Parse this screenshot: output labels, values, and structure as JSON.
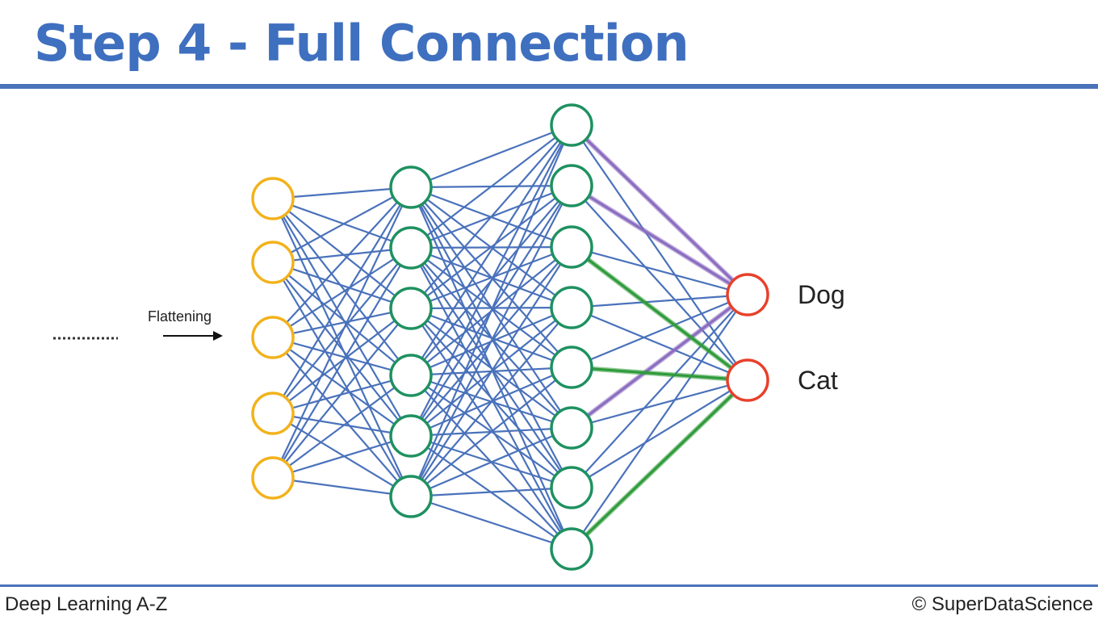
{
  "slide": {
    "title": "Step 4 - Full Connection",
    "footer_left": "Deep Learning A-Z",
    "footer_right": "© SuperDataScience"
  },
  "diagram": {
    "flatten_label": "Flattening",
    "layers": [
      {
        "name": "input",
        "count": 5,
        "color": "#f2b21b"
      },
      {
        "name": "hidden-1",
        "count": 6,
        "color": "#1e9160"
      },
      {
        "name": "hidden-2",
        "count": 8,
        "color": "#1e9160"
      },
      {
        "name": "output",
        "count": 2,
        "color": "#e8402a",
        "labels": [
          "Dog",
          "Cat"
        ]
      }
    ],
    "connections": "fully connected between adjacent layers",
    "edge_color": "#4a72bb",
    "highlighted_edges": {
      "purple": {
        "color": "#8a6cc0",
        "edges": [
          [
            0,
            0
          ],
          [
            1,
            0
          ],
          [
            5,
            0
          ]
        ]
      },
      "green": {
        "color": "#2f9a3a",
        "edges": [
          [
            2,
            1
          ],
          [
            4,
            1
          ],
          [
            7,
            1
          ]
        ]
      }
    }
  }
}
